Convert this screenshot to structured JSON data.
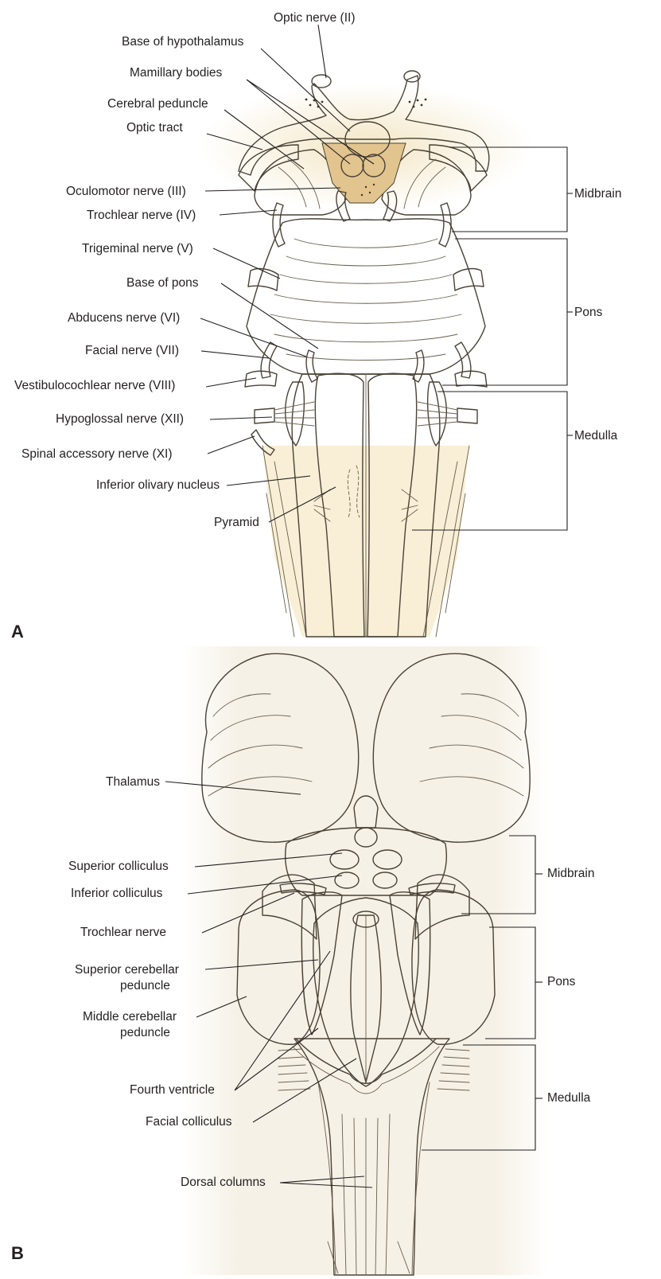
{
  "panel_a": {
    "panel_label": "A",
    "labels": {
      "optic_nerve": "Optic nerve (II)",
      "base_of_hypothalamus": "Base of hypothalamus",
      "mamillary_bodies": "Mamillary bodies",
      "cerebral_peduncle": "Cerebral peduncle",
      "optic_tract": "Optic tract",
      "oculomotor_nerve": "Oculomotor nerve (III)",
      "trochlear_nerve": "Trochlear nerve (IV)",
      "trigeminal_nerve": "Trigeminal nerve (V)",
      "base_of_pons": "Base of pons",
      "abducens_nerve": "Abducens nerve (VI)",
      "facial_nerve": "Facial nerve (VII)",
      "vestibulocochlear_nerve": "Vestibulocochlear nerve (VIII)",
      "hypoglossal_nerve": "Hypoglossal nerve (XII)",
      "spinal_accessory_nerve": "Spinal accessory nerve (XI)",
      "inferior_olivary_nucleus": "Inferior olivary nucleus",
      "pyramid": "Pyramid"
    },
    "regions": {
      "midbrain": "Midbrain",
      "pons": "Pons",
      "medulla": "Medulla"
    }
  },
  "panel_b": {
    "panel_label": "B",
    "labels": {
      "thalamus": "Thalamus",
      "superior_colliculus": "Superior colliculus",
      "inferior_colliculus": "Inferior colliculus",
      "trochlear_nerve": "Trochlear nerve",
      "superior_cerebellar_peduncle_1": "Superior cerebellar",
      "superior_cerebellar_peduncle_2": "peduncle",
      "middle_cerebellar_peduncle_1": "Middle cerebellar",
      "middle_cerebellar_peduncle_2": "peduncle",
      "fourth_ventricle": "Fourth ventricle",
      "facial_colliculus": "Facial colliculus",
      "dorsal_columns": "Dorsal columns"
    },
    "regions": {
      "midbrain": "Midbrain",
      "pons": "Pons",
      "medulla": "Medulla"
    }
  },
  "colors": {
    "tissue": "#f6ebcc",
    "tissue_shadow": "#e6d2a4",
    "tissue_dark": "#c9a878",
    "outline": "#4a4236",
    "text": "#231f20"
  }
}
